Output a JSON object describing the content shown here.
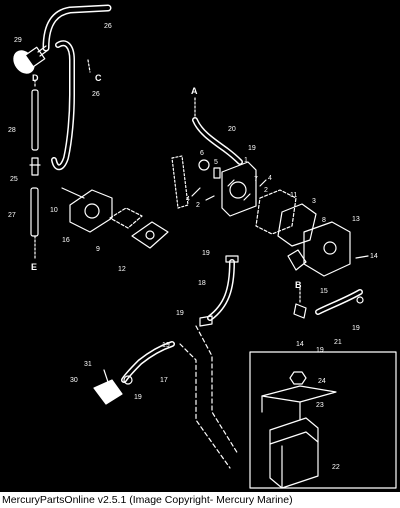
{
  "footer": {
    "caption": "MercuryPartsOnline v2.5.1 (Image Copyright- Mercury Marine)"
  },
  "connection_letters": [
    "A",
    "B",
    "C",
    "D",
    "E"
  ],
  "part_numbers": [
    "1",
    "2",
    "3",
    "4",
    "5",
    "6",
    "7",
    "8",
    "9",
    "10",
    "11",
    "12",
    "13",
    "14",
    "15",
    "16",
    "17",
    "18",
    "19",
    "20",
    "21",
    "22",
    "23",
    "24",
    "25",
    "26",
    "27",
    "28",
    "29",
    "30",
    "31"
  ],
  "colors": {
    "background": "#000000",
    "lines": "#ffffff",
    "footer_bg": "#ffffff",
    "footer_text": "#000000"
  }
}
